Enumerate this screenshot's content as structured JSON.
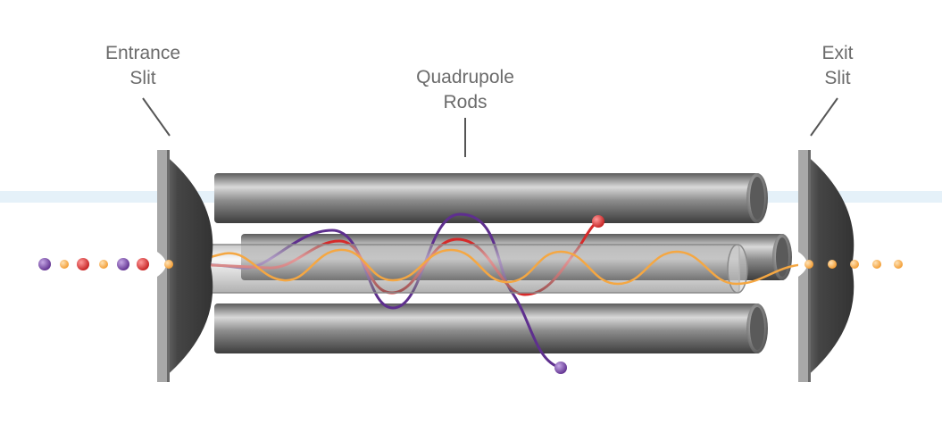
{
  "labels": {
    "entrance_line1": "Entrance",
    "entrance_line2": "Slit",
    "rods_line1": "Quadrupole",
    "rods_line2": "Rods",
    "exit_line1": "Exit",
    "exit_line2": "Slit"
  },
  "colors": {
    "ion_purple": "#6a3d9a",
    "ion_orange": "#f5a742",
    "ion_red": "#d62a2a",
    "rod": "#7a7a7a",
    "slit_plate": "#4a4a4a",
    "leader_line": "#555555",
    "watermark_band": "#c9e3f2"
  },
  "ions_in": [
    "purple",
    "orange",
    "red",
    "orange",
    "purple",
    "red",
    "orange"
  ],
  "ions_out": [
    "orange",
    "orange",
    "orange",
    "orange",
    "orange"
  ]
}
